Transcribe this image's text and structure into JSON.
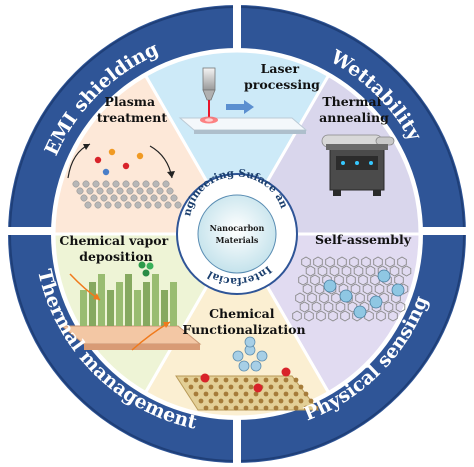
{
  "outer_ring": {
    "top_left": "EMI shielding",
    "top_right": "Wettability",
    "bottom_left": "Thermal management",
    "bottom_right": "Physical sensing"
  },
  "center": {
    "core_line1": "Nanocarbon",
    "core_line2": "Materials",
    "ring_words": [
      "Suface",
      "and",
      "Interfacial",
      "engineering"
    ]
  },
  "segments": {
    "top": {
      "title_lines": [
        "Laser",
        "processing"
      ]
    },
    "upper_right": {
      "title_lines": [
        "Thermal",
        "annealing"
      ]
    },
    "lower_right": {
      "title_lines": [
        "Self-assembly"
      ]
    },
    "bottom": {
      "title_lines": [
        "Chemical",
        "Functionalization"
      ]
    },
    "lower_left": {
      "title_lines": [
        "Chemical vapor",
        "deposition"
      ]
    },
    "upper_left": {
      "title_lines": [
        "Plasma",
        "treatment"
      ]
    }
  },
  "colors": {
    "ring": "#2f5597",
    "seg_top": "#cdeaf8",
    "seg_upper_right": "#d9d6ec",
    "seg_lower_right": "#e1dbf1",
    "seg_bottom": "#fbefd2",
    "seg_lower_left": "#eef4d6",
    "seg_upper_left": "#fde8d8",
    "core": "#cfe6ee"
  }
}
